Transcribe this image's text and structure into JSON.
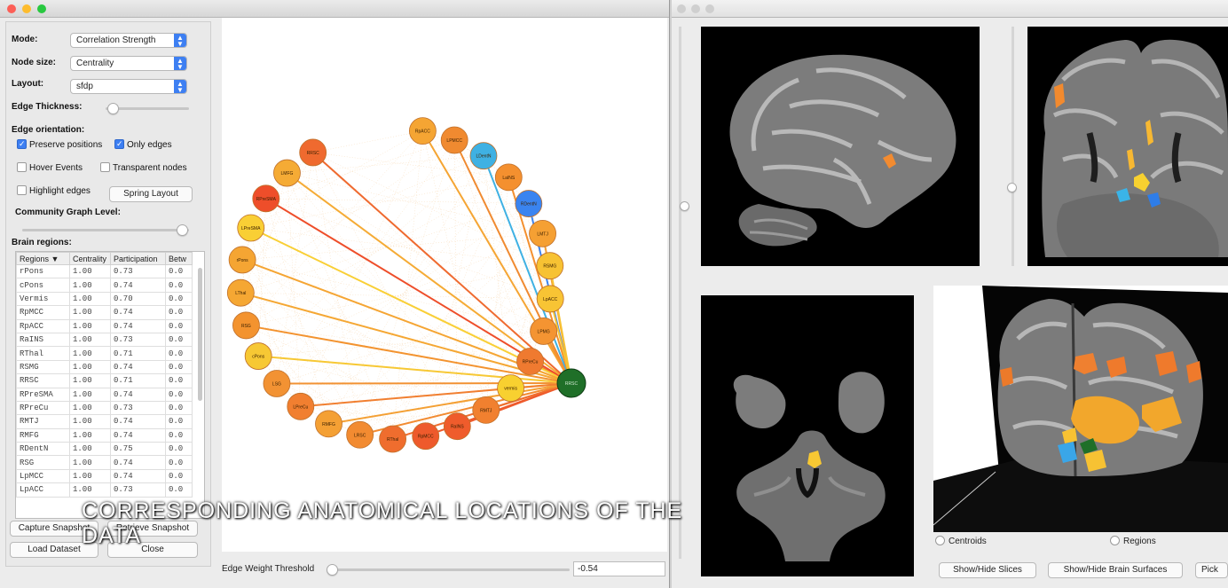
{
  "controls": {
    "mode_label": "Mode:",
    "mode_value": "Correlation Strength",
    "node_size_label": "Node size:",
    "node_size_value": "Centrality",
    "layout_label": "Layout:",
    "layout_value": "sfdp",
    "edge_thickness_label": "Edge Thickness:",
    "edge_orientation_label": "Edge orientation:",
    "preserve_positions": {
      "label": "Preserve positions",
      "checked": true
    },
    "only_edges": {
      "label": "Only edges",
      "checked": true
    },
    "hover_events": {
      "label": "Hover Events",
      "checked": false
    },
    "transparent_nodes": {
      "label": "Transparent nodes",
      "checked": false
    },
    "highlight_edges": {
      "label": "Highlight edges",
      "checked": false
    },
    "spring_layout_button": "Spring Layout",
    "community_level_label": "Community Graph Level:",
    "brain_regions_label": "Brain regions:"
  },
  "table": {
    "columns": [
      "Regions ▼",
      "Centrality",
      "Participation",
      "Betw"
    ],
    "rows": [
      [
        "rPons",
        "1.00",
        "0.73",
        "0.0"
      ],
      [
        "cPons",
        "1.00",
        "0.74",
        "0.0"
      ],
      [
        "Vermis",
        "1.00",
        "0.70",
        "0.0"
      ],
      [
        "RpMCC",
        "1.00",
        "0.74",
        "0.0"
      ],
      [
        "RpACC",
        "1.00",
        "0.74",
        "0.0"
      ],
      [
        "RaINS",
        "1.00",
        "0.73",
        "0.0"
      ],
      [
        "RThal",
        "1.00",
        "0.71",
        "0.0"
      ],
      [
        "RSMG",
        "1.00",
        "0.74",
        "0.0"
      ],
      [
        "RRSC",
        "1.00",
        "0.71",
        "0.0"
      ],
      [
        "RPreSMA",
        "1.00",
        "0.74",
        "0.0"
      ],
      [
        "RPreCu",
        "1.00",
        "0.73",
        "0.0"
      ],
      [
        "RMTJ",
        "1.00",
        "0.74",
        "0.0"
      ],
      [
        "RMFG",
        "1.00",
        "0.74",
        "0.0"
      ],
      [
        "RDentN",
        "1.00",
        "0.75",
        "0.0"
      ],
      [
        "RSG",
        "1.00",
        "0.74",
        "0.0"
      ],
      [
        "LpMCC",
        "1.00",
        "0.74",
        "0.0"
      ],
      [
        "LpACC",
        "1.00",
        "0.73",
        "0.0"
      ]
    ]
  },
  "buttons": {
    "capture_snapshot": "Capture Snapshot",
    "retrieve_snapshot": "Retrieve Snapshot",
    "load_dataset": "Load Dataset",
    "close": "Close"
  },
  "threshold": {
    "label": "Edge Weight Threshold",
    "value": "-0.54"
  },
  "caption": {
    "line1": "CORRESPONDING ANATOMICAL LOCATIONS OF THE",
    "line2": "DATA"
  },
  "right_panel": {
    "centroids_label": "Centroids",
    "regions_label": "Regions",
    "show_hide_slices": "Show/Hide Slices",
    "show_hide_surfaces": "Show/Hide Brain Surfaces",
    "pick_button": "Pick"
  },
  "graph": {
    "nodes": [
      {
        "label": "RpACC",
        "color": "#f5a533"
      },
      {
        "label": "LPMCC",
        "color": "#f08a30"
      },
      {
        "label": "LDentN",
        "color": "#3fb1e3"
      },
      {
        "label": "LaINS",
        "color": "#f4902f"
      },
      {
        "label": "RDentN",
        "color": "#3a84f0"
      },
      {
        "label": "LMTJ",
        "color": "#f5a033"
      },
      {
        "label": "RSMG",
        "color": "#f7c233"
      },
      {
        "label": "LpACC",
        "color": "#f8c434"
      },
      {
        "label": "LPMG",
        "color": "#f49432"
      },
      {
        "label": "RPreCu",
        "color": "#ef7a30"
      },
      {
        "label": "vermis",
        "color": "#f8d030"
      },
      {
        "label": "RMTJ",
        "color": "#f1802f"
      },
      {
        "label": "RaINS",
        "color": "#ef5c2c"
      },
      {
        "label": "RpMCC",
        "color": "#ee5a2c"
      },
      {
        "label": "RThal",
        "color": "#ef6d2e"
      },
      {
        "label": "LRSC",
        "color": "#f28b31"
      },
      {
        "label": "RMFG",
        "color": "#f4a034"
      },
      {
        "label": "LPreCu",
        "color": "#f17f30"
      },
      {
        "label": "LSG",
        "color": "#f29233"
      },
      {
        "label": "cPons",
        "color": "#f7c834"
      },
      {
        "label": "RSG",
        "color": "#f3932f"
      },
      {
        "label": "LThal",
        "color": "#f5a733"
      },
      {
        "label": "rPons",
        "color": "#f5a533"
      },
      {
        "label": "LPreSMA",
        "color": "#f9cf35"
      },
      {
        "label": "RPreSMA",
        "color": "#ee4e2a"
      },
      {
        "label": "LMFG",
        "color": "#f5ab35"
      },
      {
        "label": "RRSC",
        "color": "#ef6a2f"
      }
    ],
    "hub": {
      "label": "RRSC",
      "color": "#1f6f28"
    }
  }
}
